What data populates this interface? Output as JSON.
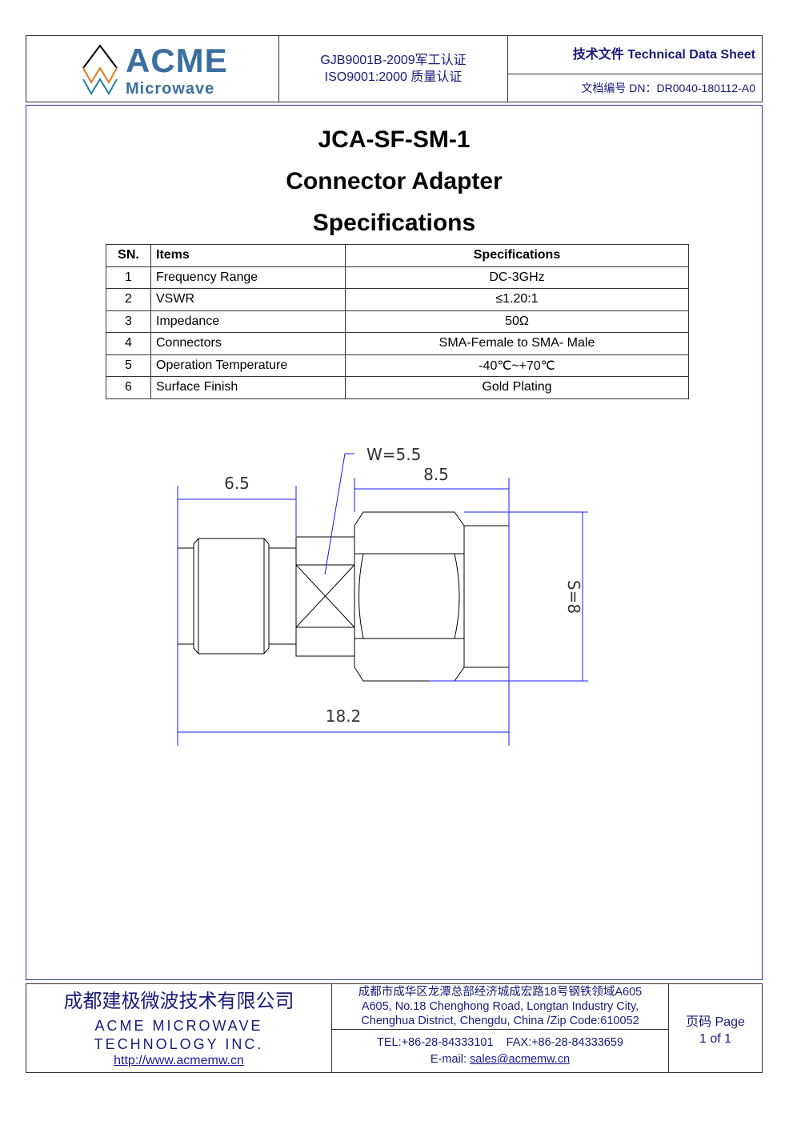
{
  "header": {
    "logo_main": "ACME",
    "logo_sub": "Microwave",
    "cert1": "GJB9001B-2009军工认证",
    "cert2": "ISO9001:2000  质量认证",
    "doc_type": "技术文件  Technical Data Sheet",
    "doc_number": "文档编号  DN：DR0040-180112-A0"
  },
  "title": {
    "model": "JCA-SF-SM-1",
    "name": "Connector Adapter",
    "section": "Specifications"
  },
  "table": {
    "headers": [
      "SN.",
      "Items",
      "Specifications"
    ],
    "rows": [
      [
        "1",
        "Frequency Range",
        "DC-3GHz"
      ],
      [
        "2",
        "VSWR",
        "≤1.20:1"
      ],
      [
        "3",
        "Impedance",
        "50Ω"
      ],
      [
        "4",
        "Connectors",
        "SMA-Female to SMA- Male"
      ],
      [
        "5",
        "Operation Temperature",
        "-40℃~+70℃"
      ],
      [
        "6",
        "Surface Finish",
        "Gold Plating"
      ]
    ]
  },
  "drawing": {
    "dim_left": "6.5",
    "dim_w": "W=5.5",
    "dim_right": "8.5",
    "dim_s": "S=8",
    "dim_total": "18.2"
  },
  "footer": {
    "company_cn": "成都建极微波技术有限公司",
    "company_en1": "ACME MICROWAVE",
    "company_en2": "TECHNOLOGY INC.",
    "website": "http://www.acmemw.cn",
    "address_cn": "成都市成华区龙潭总部经济城成宏路18号钢铁领域A605",
    "address_en1": "A605, No.18 Chenghong Road, Longtan Industry City,",
    "address_en2": "Chenghua District, Chengdu, China /Zip Code:610052",
    "tel_fax": "TEL:+86-28-84333101    FAX:+86-28-84333659",
    "email_label": "E-mail: ",
    "email": "sales@acmemw.cn",
    "page_label": "页码  Page",
    "page_value": "1 of 1"
  }
}
